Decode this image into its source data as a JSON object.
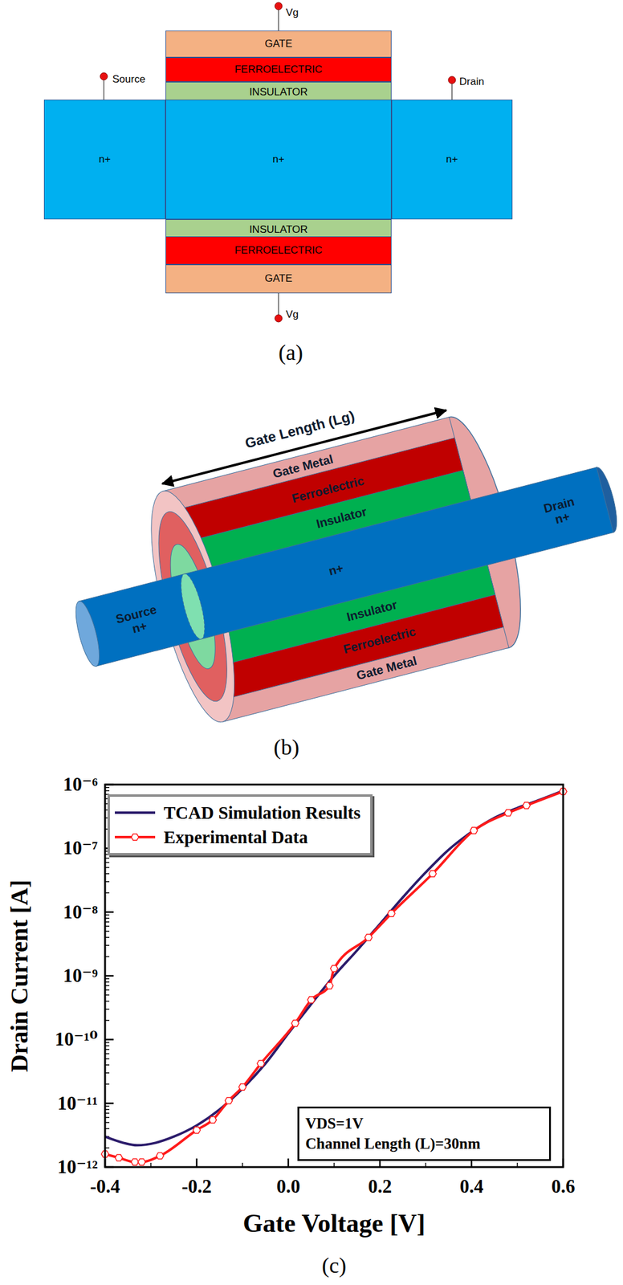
{
  "diagram": {
    "nodes": [
      {
        "text": [
          "GATE"
        ]
      },
      {
        "text": [
          "FERROELECTRIC"
        ]
      },
      {
        "text": [
          "INSULATOR"
        ]
      },
      {
        "text": [
          "n+"
        ]
      },
      {
        "text": [
          "n+"
        ]
      },
      {
        "text": [
          "n+"
        ]
      },
      {
        "text": [
          "INSULATOR"
        ]
      },
      {
        "text": [
          "FERROELECTRIC"
        ]
      },
      {
        "text": [
          "GATE"
        ]
      },
      {
        "text": [
          "VDS=1V",
          "Channel Length (L)=30nm"
        ]
      }
    ],
    "labels": [
      "Vg",
      "Source",
      "Drain",
      "Vg",
      "(a)",
      "Gate Length (Lg)",
      "Gate Metal",
      "Ferroelectric",
      "Insulator",
      "Source n+",
      "n+",
      "Drain n+",
      "Insulator",
      "Ferroelectric",
      "Gate Metal",
      "(b)",
      "10⁻⁶",
      "10⁻⁷",
      "10⁻⁸",
      "10⁻⁹",
      "10⁻¹⁰",
      "10⁻¹¹",
      "10⁻¹²",
      "Drain Current [A]",
      "-0.4",
      "-0.2",
      "0.0",
      "0.2",
      "0.4",
      "0.6",
      "Gate Voltage [V]",
      "(c)"
    ],
    "legend": [
      {
        "text": "TCAD Simulation Results"
      },
      {
        "text": "Experimental Data"
      }
    ]
  }
}
